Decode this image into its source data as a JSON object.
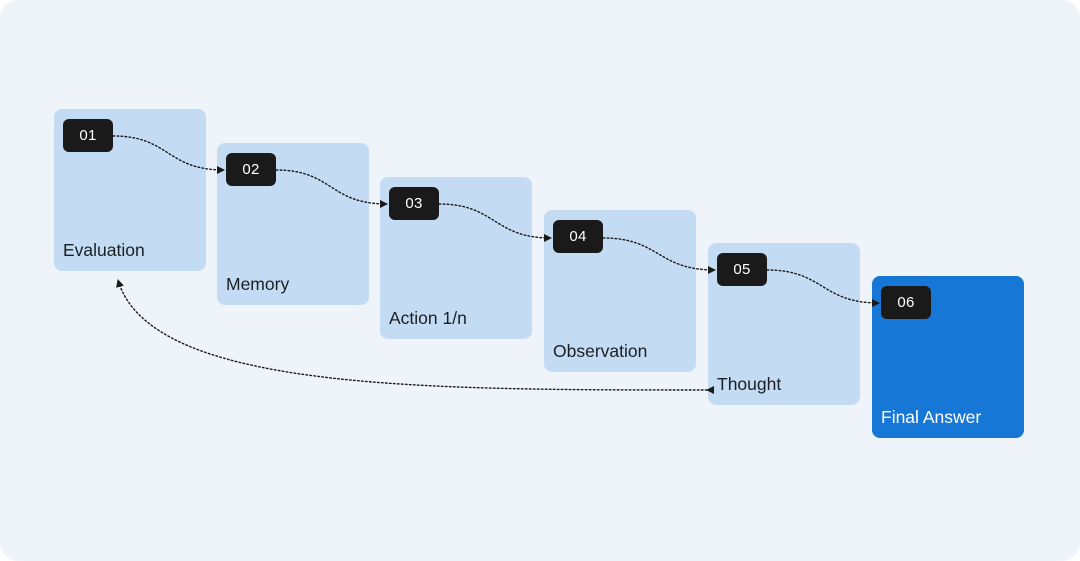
{
  "steps": [
    {
      "num": "01",
      "label": "Evaluation"
    },
    {
      "num": "02",
      "label": "Memory"
    },
    {
      "num": "03",
      "label": "Action 1/n"
    },
    {
      "num": "04",
      "label": "Observation"
    },
    {
      "num": "05",
      "label": "Thought"
    },
    {
      "num": "06",
      "label": "Final Answer"
    }
  ],
  "colors": {
    "background": "#eef4fa",
    "step": "#c3dcf3",
    "final_step": "#1677d6",
    "badge": "#1a1a1a"
  },
  "edges": [
    {
      "from": "01",
      "to": "02",
      "style": "dotted"
    },
    {
      "from": "02",
      "to": "03",
      "style": "dotted"
    },
    {
      "from": "03",
      "to": "04",
      "style": "dotted"
    },
    {
      "from": "04",
      "to": "05",
      "style": "dotted"
    },
    {
      "from": "05",
      "to": "06",
      "style": "dotted"
    },
    {
      "from": "05",
      "to": "01",
      "style": "dotted",
      "bidirectional": true
    }
  ]
}
